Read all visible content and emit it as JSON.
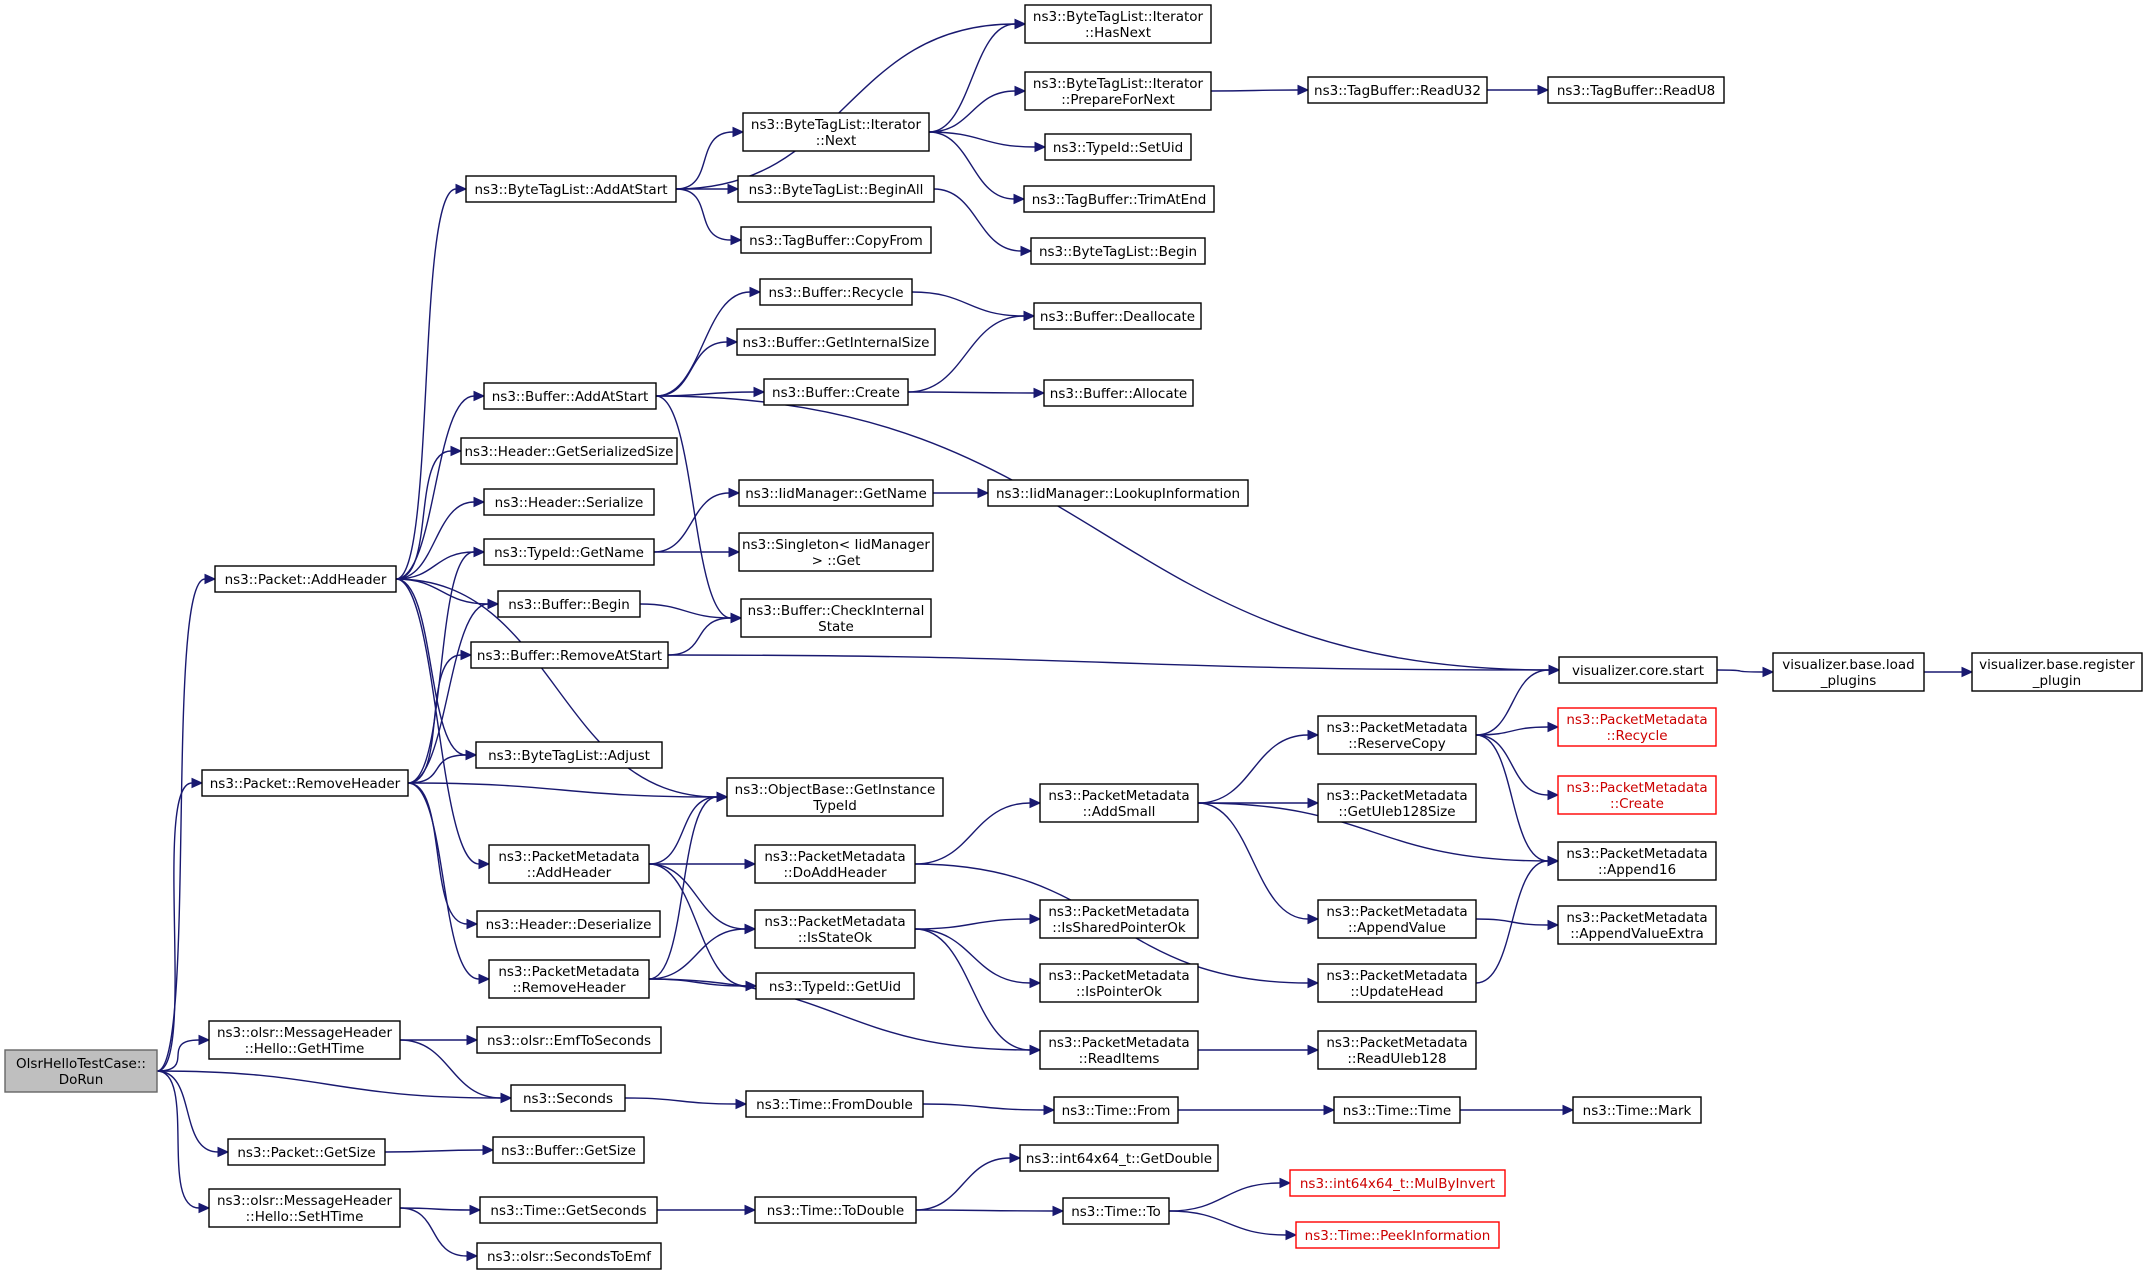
{
  "graph": {
    "root": "OlsrHelloTestCase::DoRun",
    "nodes": [
      {
        "id": "root",
        "lines": [
          "OlsrHelloTestCase::",
          "DoRun"
        ],
        "style": "root"
      },
      {
        "id": "pkt_addheader",
        "lines": [
          "ns3::Packet::AddHeader"
        ]
      },
      {
        "id": "pkt_removeheader",
        "lines": [
          "ns3::Packet::RemoveHeader"
        ]
      },
      {
        "id": "gethtime",
        "lines": [
          "ns3::olsr::MessageHeader",
          "::Hello::GetHTime"
        ]
      },
      {
        "id": "pkt_getsize",
        "lines": [
          "ns3::Packet::GetSize"
        ]
      },
      {
        "id": "sethtime",
        "lines": [
          "ns3::olsr::MessageHeader",
          "::Hello::SetHTime"
        ]
      },
      {
        "id": "btl_addatstart",
        "lines": [
          "ns3::ByteTagList::AddAtStart"
        ]
      },
      {
        "id": "buf_addatstart",
        "lines": [
          "ns3::Buffer::AddAtStart"
        ]
      },
      {
        "id": "hdr_getserializedsize",
        "lines": [
          "ns3::Header::GetSerializedSize"
        ]
      },
      {
        "id": "hdr_serialize",
        "lines": [
          "ns3::Header::Serialize"
        ]
      },
      {
        "id": "typeid_getname",
        "lines": [
          "ns3::TypeId::GetName"
        ]
      },
      {
        "id": "buf_begin",
        "lines": [
          "ns3::Buffer::Begin"
        ]
      },
      {
        "id": "buf_removeatstart",
        "lines": [
          "ns3::Buffer::RemoveAtStart"
        ]
      },
      {
        "id": "btl_adjust",
        "lines": [
          "ns3::ByteTagList::Adjust"
        ]
      },
      {
        "id": "pm_addheader",
        "lines": [
          "ns3::PacketMetadata",
          "::AddHeader"
        ]
      },
      {
        "id": "hdr_deserialize",
        "lines": [
          "ns3::Header::Deserialize"
        ]
      },
      {
        "id": "pm_removeheader",
        "lines": [
          "ns3::PacketMetadata",
          "::RemoveHeader"
        ]
      },
      {
        "id": "emftoseconds",
        "lines": [
          "ns3::olsr::EmfToSeconds"
        ]
      },
      {
        "id": "seconds",
        "lines": [
          "ns3::Seconds"
        ]
      },
      {
        "id": "buf_getsize",
        "lines": [
          "ns3::Buffer::GetSize"
        ]
      },
      {
        "id": "time_getseconds",
        "lines": [
          "ns3::Time::GetSeconds"
        ]
      },
      {
        "id": "secondstoemf",
        "lines": [
          "ns3::olsr::SecondsToEmf"
        ]
      },
      {
        "id": "btli_next",
        "lines": [
          "ns3::ByteTagList::Iterator",
          "::Next"
        ]
      },
      {
        "id": "btl_beginall",
        "lines": [
          "ns3::ByteTagList::BeginAll"
        ]
      },
      {
        "id": "tb_copyfrom",
        "lines": [
          "ns3::TagBuffer::CopyFrom"
        ]
      },
      {
        "id": "buf_recycle",
        "lines": [
          "ns3::Buffer::Recycle"
        ]
      },
      {
        "id": "buf_getinternalsize",
        "lines": [
          "ns3::Buffer::GetInternalSize"
        ]
      },
      {
        "id": "buf_create",
        "lines": [
          "ns3::Buffer::Create"
        ]
      },
      {
        "id": "iid_getname",
        "lines": [
          "ns3::IidManager::GetName"
        ]
      },
      {
        "id": "singleton_get",
        "lines": [
          "ns3::Singleton< IidManager",
          "> ::Get"
        ]
      },
      {
        "id": "buf_checkinternal",
        "lines": [
          "ns3::Buffer::CheckInternal",
          "State"
        ]
      },
      {
        "id": "ob_getinstance",
        "lines": [
          "ns3::ObjectBase::GetInstance",
          "TypeId"
        ]
      },
      {
        "id": "pm_doaddheader",
        "lines": [
          "ns3::PacketMetadata",
          "::DoAddHeader"
        ]
      },
      {
        "id": "pm_isstateok",
        "lines": [
          "ns3::PacketMetadata",
          "::IsStateOk"
        ]
      },
      {
        "id": "typeid_getuid",
        "lines": [
          "ns3::TypeId::GetUid"
        ]
      },
      {
        "id": "time_fromdouble",
        "lines": [
          "ns3::Time::FromDouble"
        ]
      },
      {
        "id": "time_todouble",
        "lines": [
          "ns3::Time::ToDouble"
        ]
      },
      {
        "id": "btli_hasnext",
        "lines": [
          "ns3::ByteTagList::Iterator",
          "::HasNext"
        ]
      },
      {
        "id": "btli_preparefornext",
        "lines": [
          "ns3::ByteTagList::Iterator",
          "::PrepareForNext"
        ]
      },
      {
        "id": "typeid_setuid",
        "lines": [
          "ns3::TypeId::SetUid"
        ]
      },
      {
        "id": "tb_trimatend",
        "lines": [
          "ns3::TagBuffer::TrimAtEnd"
        ]
      },
      {
        "id": "btl_begin",
        "lines": [
          "ns3::ByteTagList::Begin"
        ]
      },
      {
        "id": "buf_deallocate",
        "lines": [
          "ns3::Buffer::Deallocate"
        ]
      },
      {
        "id": "buf_allocate",
        "lines": [
          "ns3::Buffer::Allocate"
        ]
      },
      {
        "id": "iid_lookup",
        "lines": [
          "ns3::IidManager::LookupInformation"
        ]
      },
      {
        "id": "pm_addsmall",
        "lines": [
          "ns3::PacketMetadata",
          "::AddSmall"
        ]
      },
      {
        "id": "pm_issharedpointerok",
        "lines": [
          "ns3::PacketMetadata",
          "::IsSharedPointerOk"
        ]
      },
      {
        "id": "pm_ispointerok",
        "lines": [
          "ns3::PacketMetadata",
          "::IsPointerOk"
        ]
      },
      {
        "id": "pm_readitems",
        "lines": [
          "ns3::PacketMetadata",
          "::ReadItems"
        ]
      },
      {
        "id": "time_from",
        "lines": [
          "ns3::Time::From"
        ]
      },
      {
        "id": "i64_getdouble",
        "lines": [
          "ns3::int64x64_t::GetDouble"
        ]
      },
      {
        "id": "time_to",
        "lines": [
          "ns3::Time::To"
        ]
      },
      {
        "id": "tb_readu32",
        "lines": [
          "ns3::TagBuffer::ReadU32"
        ]
      },
      {
        "id": "pm_reservecopy",
        "lines": [
          "ns3::PacketMetadata",
          "::ReserveCopy"
        ]
      },
      {
        "id": "pm_getuleb128size",
        "lines": [
          "ns3::PacketMetadata",
          "::GetUleb128Size"
        ]
      },
      {
        "id": "pm_appendvalue",
        "lines": [
          "ns3::PacketMetadata",
          "::AppendValue"
        ]
      },
      {
        "id": "pm_updatehead",
        "lines": [
          "ns3::PacketMetadata",
          "::UpdateHead"
        ]
      },
      {
        "id": "pm_readuleb128",
        "lines": [
          "ns3::PacketMetadata",
          "::ReadUleb128"
        ]
      },
      {
        "id": "time_time",
        "lines": [
          "ns3::Time::Time"
        ]
      },
      {
        "id": "i64_mulbyinvert",
        "lines": [
          "ns3::int64x64_t::MulByInvert"
        ],
        "style": "trunc"
      },
      {
        "id": "time_peekinformation",
        "lines": [
          "ns3::Time::PeekInformation"
        ],
        "style": "trunc"
      },
      {
        "id": "tb_readu8",
        "lines": [
          "ns3::TagBuffer::ReadU8"
        ]
      },
      {
        "id": "viz_core_start",
        "lines": [
          "visualizer.core.start"
        ]
      },
      {
        "id": "pm_recycle",
        "lines": [
          "ns3::PacketMetadata",
          "::Recycle"
        ],
        "style": "trunc"
      },
      {
        "id": "pm_create",
        "lines": [
          "ns3::PacketMetadata",
          "::Create"
        ],
        "style": "trunc"
      },
      {
        "id": "pm_append16",
        "lines": [
          "ns3::PacketMetadata",
          "::Append16"
        ]
      },
      {
        "id": "pm_appendvalueextra",
        "lines": [
          "ns3::PacketMetadata",
          "::AppendValueExtra"
        ]
      },
      {
        "id": "time_mark",
        "lines": [
          "ns3::Time::Mark"
        ]
      },
      {
        "id": "viz_load_plugins",
        "lines": [
          "visualizer.base.load",
          "_plugins"
        ]
      },
      {
        "id": "viz_register_plugin",
        "lines": [
          "visualizer.base.register",
          "_plugin"
        ]
      }
    ],
    "edges": [
      [
        "root",
        "pkt_addheader"
      ],
      [
        "root",
        "pkt_removeheader"
      ],
      [
        "root",
        "gethtime"
      ],
      [
        "root",
        "seconds"
      ],
      [
        "root",
        "pkt_getsize"
      ],
      [
        "root",
        "sethtime"
      ],
      [
        "pkt_addheader",
        "btl_addatstart"
      ],
      [
        "pkt_addheader",
        "buf_addatstart"
      ],
      [
        "pkt_addheader",
        "hdr_getserializedsize"
      ],
      [
        "pkt_addheader",
        "hdr_serialize"
      ],
      [
        "pkt_addheader",
        "typeid_getname"
      ],
      [
        "pkt_addheader",
        "buf_begin"
      ],
      [
        "pkt_addheader",
        "btl_adjust"
      ],
      [
        "pkt_addheader",
        "ob_getinstance"
      ],
      [
        "pkt_addheader",
        "pm_addheader"
      ],
      [
        "pkt_removeheader",
        "typeid_getname"
      ],
      [
        "pkt_removeheader",
        "buf_begin"
      ],
      [
        "pkt_removeheader",
        "buf_removeatstart"
      ],
      [
        "pkt_removeheader",
        "btl_adjust"
      ],
      [
        "pkt_removeheader",
        "ob_getinstance"
      ],
      [
        "pkt_removeheader",
        "hdr_deserialize"
      ],
      [
        "pkt_removeheader",
        "pm_removeheader"
      ],
      [
        "gethtime",
        "emftoseconds"
      ],
      [
        "gethtime",
        "seconds"
      ],
      [
        "pkt_getsize",
        "buf_getsize"
      ],
      [
        "sethtime",
        "time_getseconds"
      ],
      [
        "sethtime",
        "secondstoemf"
      ],
      [
        "btl_addatstart",
        "btli_hasnext"
      ],
      [
        "btl_addatstart",
        "btli_next"
      ],
      [
        "btl_addatstart",
        "btl_beginall"
      ],
      [
        "btl_addatstart",
        "tb_copyfrom"
      ],
      [
        "buf_addatstart",
        "buf_recycle"
      ],
      [
        "buf_addatstart",
        "buf_getinternalsize"
      ],
      [
        "buf_addatstart",
        "buf_create"
      ],
      [
        "buf_addatstart",
        "buf_checkinternal"
      ],
      [
        "buf_addatstart",
        "viz_core_start"
      ],
      [
        "typeid_getname",
        "iid_getname"
      ],
      [
        "typeid_getname",
        "singleton_get"
      ],
      [
        "buf_begin",
        "buf_checkinternal"
      ],
      [
        "buf_removeatstart",
        "buf_checkinternal"
      ],
      [
        "buf_removeatstart",
        "viz_core_start"
      ],
      [
        "pm_addheader",
        "ob_getinstance"
      ],
      [
        "pm_addheader",
        "pm_doaddheader"
      ],
      [
        "pm_addheader",
        "pm_isstateok"
      ],
      [
        "pm_addheader",
        "typeid_getuid"
      ],
      [
        "pm_removeheader",
        "ob_getinstance"
      ],
      [
        "pm_removeheader",
        "pm_isstateok"
      ],
      [
        "pm_removeheader",
        "typeid_getuid"
      ],
      [
        "pm_removeheader",
        "pm_readitems"
      ],
      [
        "seconds",
        "time_fromdouble"
      ],
      [
        "time_getseconds",
        "time_todouble"
      ],
      [
        "btli_next",
        "btli_hasnext"
      ],
      [
        "btli_next",
        "btli_preparefornext"
      ],
      [
        "btli_next",
        "typeid_setuid"
      ],
      [
        "btli_next",
        "tb_trimatend"
      ],
      [
        "btl_beginall",
        "btl_begin"
      ],
      [
        "buf_recycle",
        "buf_deallocate"
      ],
      [
        "buf_create",
        "buf_deallocate"
      ],
      [
        "buf_create",
        "buf_allocate"
      ],
      [
        "iid_getname",
        "iid_lookup"
      ],
      [
        "pm_doaddheader",
        "pm_addsmall"
      ],
      [
        "pm_doaddheader",
        "pm_updatehead"
      ],
      [
        "pm_isstateok",
        "pm_issharedpointerok"
      ],
      [
        "pm_isstateok",
        "pm_ispointerok"
      ],
      [
        "pm_isstateok",
        "pm_readitems"
      ],
      [
        "time_fromdouble",
        "time_from"
      ],
      [
        "time_todouble",
        "i64_getdouble"
      ],
      [
        "time_todouble",
        "time_to"
      ],
      [
        "btli_preparefornext",
        "tb_readu32"
      ],
      [
        "pm_addsmall",
        "pm_reservecopy"
      ],
      [
        "pm_addsmall",
        "pm_getuleb128size"
      ],
      [
        "pm_addsmall",
        "pm_append16"
      ],
      [
        "pm_addsmall",
        "pm_appendvalue"
      ],
      [
        "pm_readitems",
        "pm_readuleb128"
      ],
      [
        "time_from",
        "time_time"
      ],
      [
        "time_to",
        "i64_mulbyinvert"
      ],
      [
        "time_to",
        "time_peekinformation"
      ],
      [
        "tb_readu32",
        "tb_readu8"
      ],
      [
        "pm_reservecopy",
        "viz_core_start"
      ],
      [
        "pm_reservecopy",
        "pm_recycle"
      ],
      [
        "pm_reservecopy",
        "pm_create"
      ],
      [
        "pm_reservecopy",
        "pm_append16"
      ],
      [
        "pm_appendvalue",
        "pm_appendvalueextra"
      ],
      [
        "pm_updatehead",
        "pm_append16"
      ],
      [
        "time_time",
        "time_mark"
      ],
      [
        "viz_core_start",
        "viz_load_plugins"
      ],
      [
        "viz_load_plugins",
        "viz_register_plugin"
      ]
    ]
  }
}
